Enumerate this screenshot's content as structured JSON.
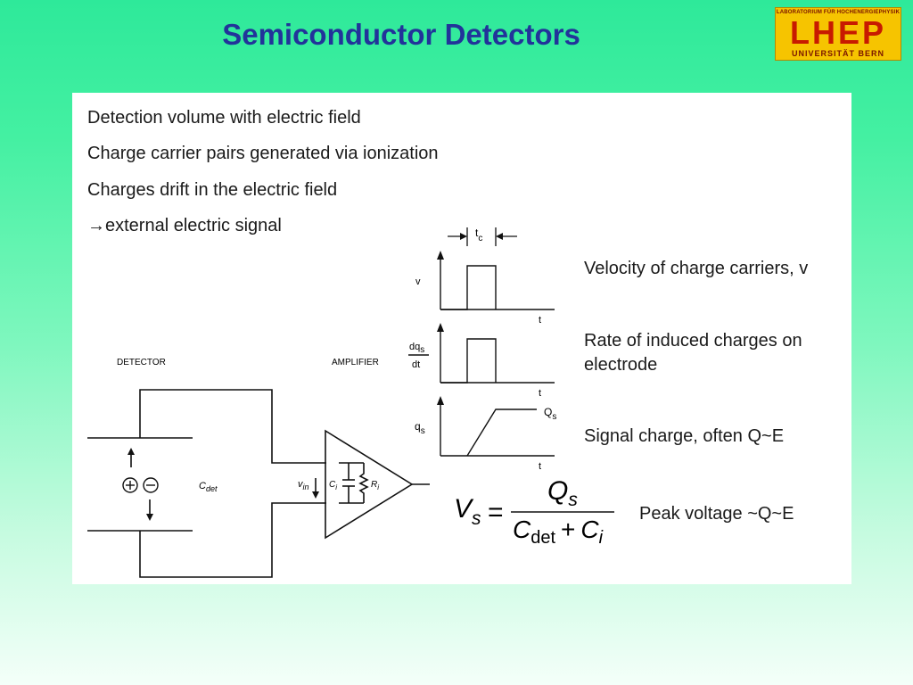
{
  "title": "Semiconductor Detectors",
  "logo": {
    "top_text": "LABORATORIUM FÜR HOCHENERGIEPHYSIK",
    "main_text": "LHEP",
    "bottom_text": "UNIVERSITÄT BERN"
  },
  "bullets": [
    "Detection volume with electric field",
    "Charge carrier pairs generated via ionization",
    "Charges drift in the electric field",
    "→external electric signal"
  ],
  "plots": {
    "tc_label": "t",
    "tc_sub": "c",
    "v_axis": "v",
    "dq_num": "dq",
    "dq_sub": "s",
    "dq_den": "dt",
    "qs_axis": "q",
    "qs_sub": "s",
    "Qs_label": "Q",
    "Qs_sub": "s",
    "t_label": "t"
  },
  "descriptions": {
    "velocity": "Velocity of charge carriers, v",
    "rate_line1": "Rate of induced charges on",
    "rate_line2": "electrode",
    "signal": "Signal charge, often Q~E",
    "peak": "Peak voltage ~Q~E"
  },
  "circuit": {
    "detector_label": "DETECTOR",
    "amplifier_label": "AMPLIFIER",
    "cdet": "C",
    "cdet_sub": "det",
    "vin": "v",
    "vin_sub": "in",
    "ci": "C",
    "ci_sub": "i",
    "ri": "R",
    "ri_sub": "i"
  },
  "formula": {
    "lhs": "V",
    "lhs_sub": "s",
    "eq": "=",
    "num": "Q",
    "num_sub": "s",
    "den_c": "C",
    "den_c_sub": "det",
    "plus": "+",
    "den_ci": "C",
    "den_ci_sub": "i"
  }
}
